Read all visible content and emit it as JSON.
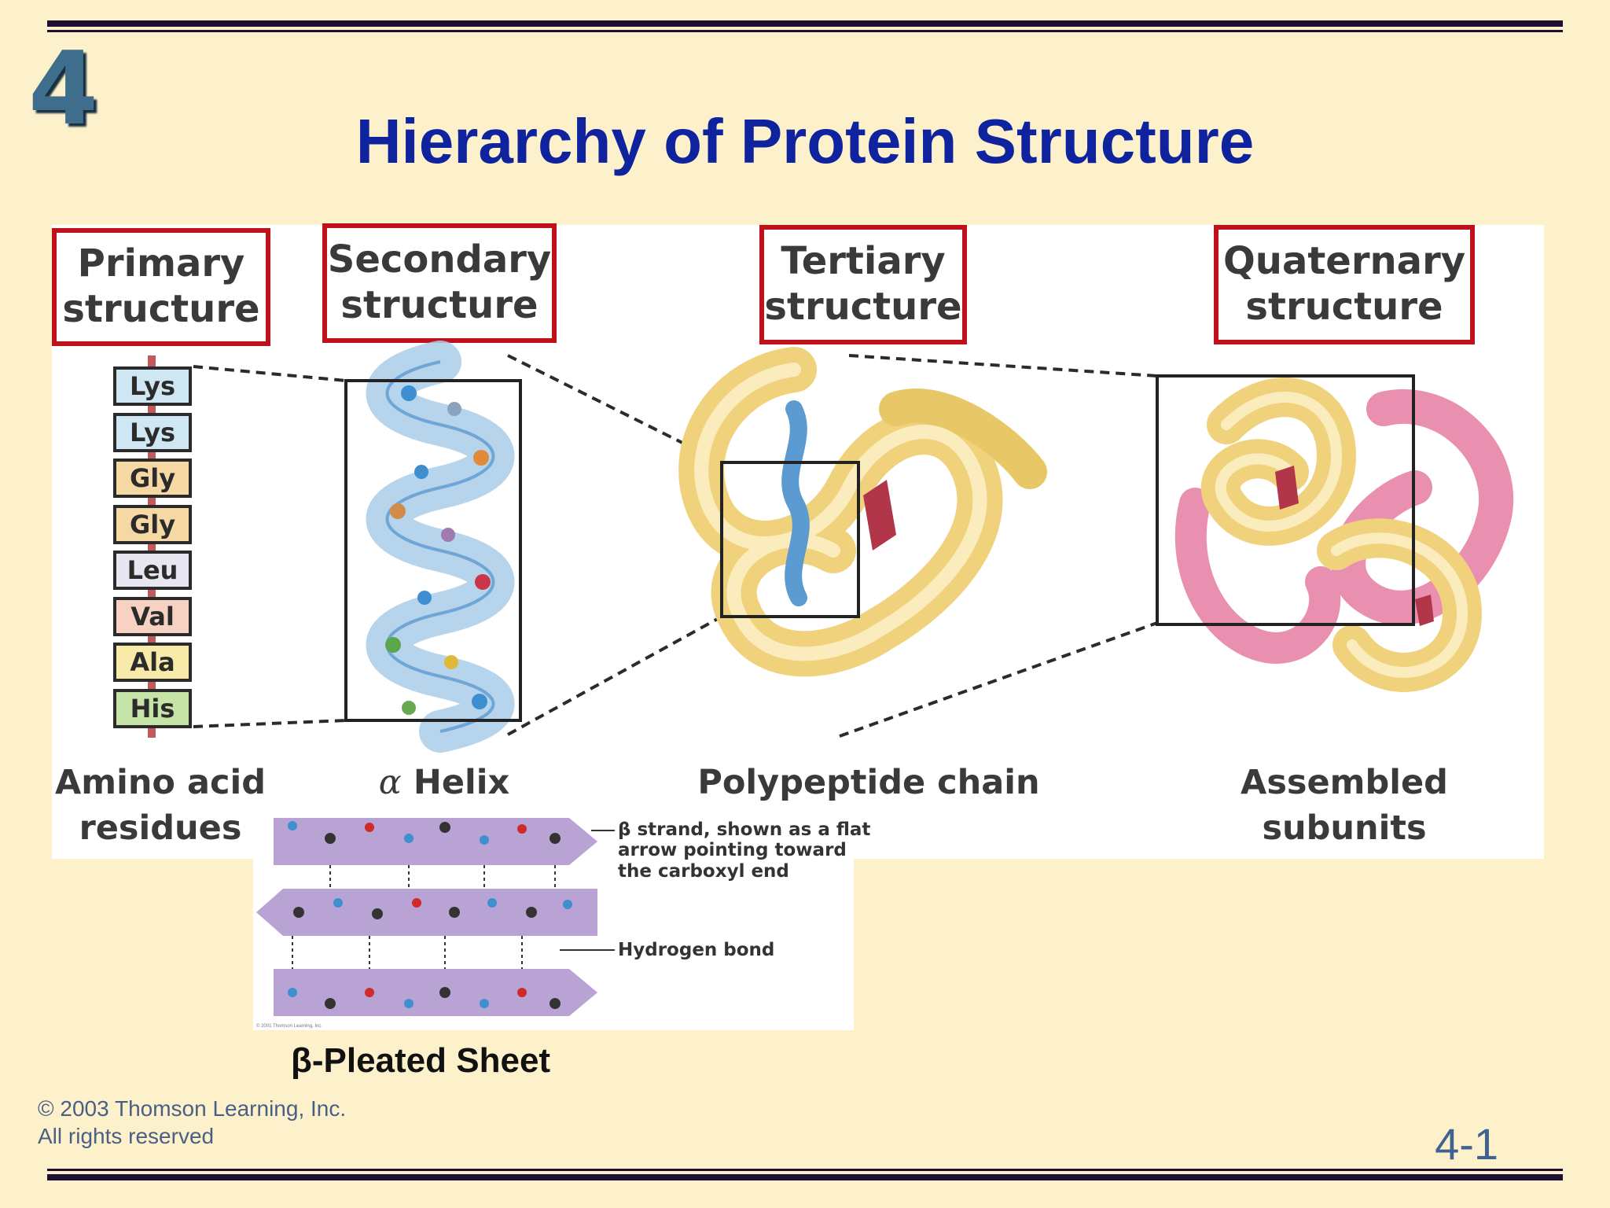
{
  "slide": {
    "chapter_number": "4",
    "title": "Hierarchy of Protein Structure",
    "slide_number": "4-1"
  },
  "structures": {
    "primary": {
      "line1": "Primary",
      "line2": "structure"
    },
    "secondary": {
      "line1": "Secondary",
      "line2": "structure"
    },
    "tertiary": {
      "line1": "Tertiary",
      "line2": "structure"
    },
    "quaternary": {
      "line1": "Quaternary",
      "line2": "structure"
    }
  },
  "amino_acids": [
    {
      "label": "Lys",
      "color": "#cfe6f3"
    },
    {
      "label": "Lys",
      "color": "#cfe6f3"
    },
    {
      "label": "Gly",
      "color": "#f6d8a4"
    },
    {
      "label": "Gly",
      "color": "#f6d8a4"
    },
    {
      "label": "Leu",
      "color": "#e8e6f0"
    },
    {
      "label": "Val",
      "color": "#f7d2c2"
    },
    {
      "label": "Ala",
      "color": "#f8eaa8"
    },
    {
      "label": "His",
      "color": "#c6e3a8"
    }
  ],
  "captions": {
    "amino_line1": "Amino acid",
    "amino_line2": "residues",
    "helix_symbol": "α",
    "helix_word": "Helix",
    "polypeptide": "Polypeptide chain",
    "assembled": "Assembled subunits"
  },
  "beta_sheet": {
    "title": "β-Pleated Sheet",
    "strand_label_line1": "β strand, shown as a flat",
    "strand_label_line2": "arrow pointing toward",
    "strand_label_line3": "the carboxyl end",
    "hbond_label": "Hydrogen bond",
    "figure_credit": "© 2001 Thomson Learning, Inc."
  },
  "footer": {
    "copyright_line1": "© 2003 Thomson Learning, Inc.",
    "copyright_line2": "All rights reserved"
  },
  "colors": {
    "background": "#fdf1cc",
    "title_blue": "#0f239f",
    "box_red": "#c0101c",
    "rule_dark": "#1d1033"
  }
}
